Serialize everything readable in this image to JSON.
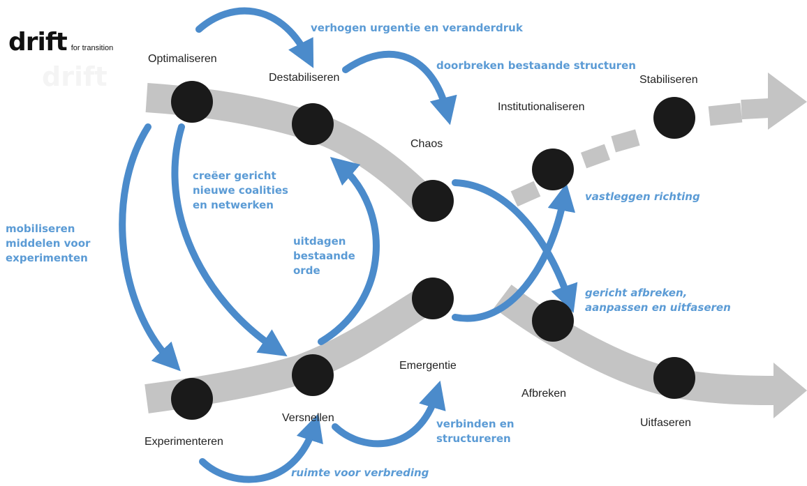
{
  "brand": {
    "name": "drift",
    "tagline": "for transition"
  },
  "colors": {
    "band": "#c4c4c4",
    "node": "#1a1a1a",
    "arrow_blue": "#4b8bcb",
    "arrow_blue_dark": "#2f6aa6",
    "action_text": "#5b9bd5"
  },
  "stages": {
    "optimaliseren": "Optimaliseren",
    "destabiliseren": "Destabiliseren",
    "chaos": "Chaos",
    "institutionaliseren": "Institutionaliseren",
    "stabiliseren": "Stabiliseren",
    "experimenteren": "Experimenteren",
    "versnellen": "Versnellen",
    "emergentie": "Emergentie",
    "afbreken": "Afbreken",
    "uitfaseren": "Uitfaseren"
  },
  "actions": {
    "urgentie": "verhogen urgentie en veranderdruk",
    "doorbreken": "doorbreken  bestaande structuren",
    "coalities": [
      "creëer gericht",
      "nieuwe coalities",
      "en netwerken"
    ],
    "uitdagen": [
      "uitdagen",
      "bestaande",
      "orde"
    ],
    "mobiliseren": [
      "mobiliseren",
      "middelen voor",
      "experimenten"
    ],
    "vastleggen": "vastleggen richting",
    "afbreken": [
      "gericht afbreken,",
      "aanpassen en uitfaseren"
    ],
    "verbinden": [
      "verbinden en",
      "structureren"
    ],
    "ruimte": "ruimte voor verbreding"
  }
}
